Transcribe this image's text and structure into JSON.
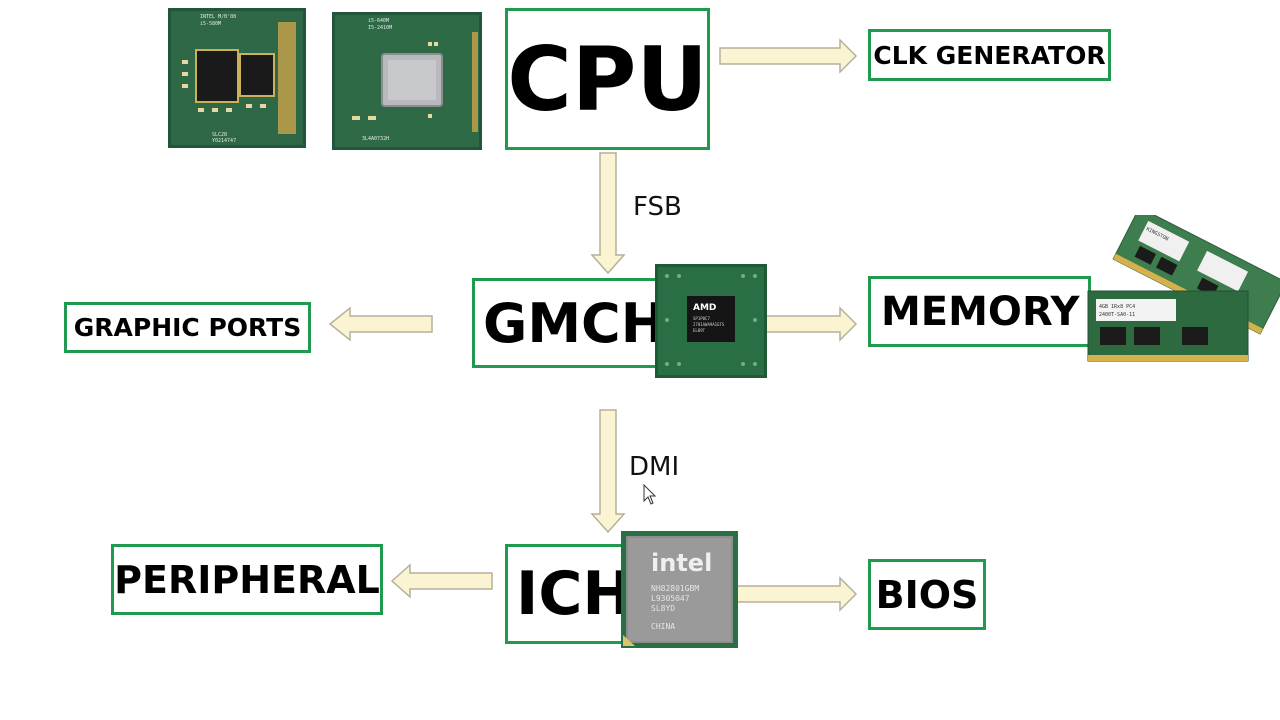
{
  "nodes": {
    "cpu": "CPU",
    "clk": "CLK GENERATOR",
    "gmch": "GMCH",
    "graphic": "GRAPHIC PORTS",
    "memory": "MEMORY",
    "ich": "ICH",
    "peripheral": "PERIPHERAL",
    "bios": "BIOS"
  },
  "links": {
    "fsb": "FSB",
    "dmi": "DMI"
  },
  "chip_marks": {
    "intel_cpu_1": "INTEL M/B'08",
    "intel_cpu_2": "i5-580M",
    "intel_cpu_3": "SLC28",
    "intel_cpu_4": "Y0214747",
    "intel_cpu2_1": "i5-640M",
    "intel_cpu2_2": "I5-2410M",
    "intel_cpu2_3": "3L4A0732H",
    "amd_logo": "AMD",
    "amd_1": "SP1P0C7",
    "amd_2": "2701AWA9A1EFS",
    "amd_3": "ELB9T",
    "intel_logo": "intel",
    "ich_1": "NH82801GBM",
    "ich_2": "L9305047",
    "ich_3": "SL8YD",
    "ich_4": "CHINA",
    "ram_1": "KINGSTON",
    "ram_2": "4GB 1Rx8 PC4",
    "ram_3": "2400T-SA0-11"
  },
  "colors": {
    "border": "#1f9a4f",
    "arrow_fill": "#fbf4d2",
    "arrow_stroke": "#b5b09a",
    "pcb": "#1c4a2c"
  }
}
